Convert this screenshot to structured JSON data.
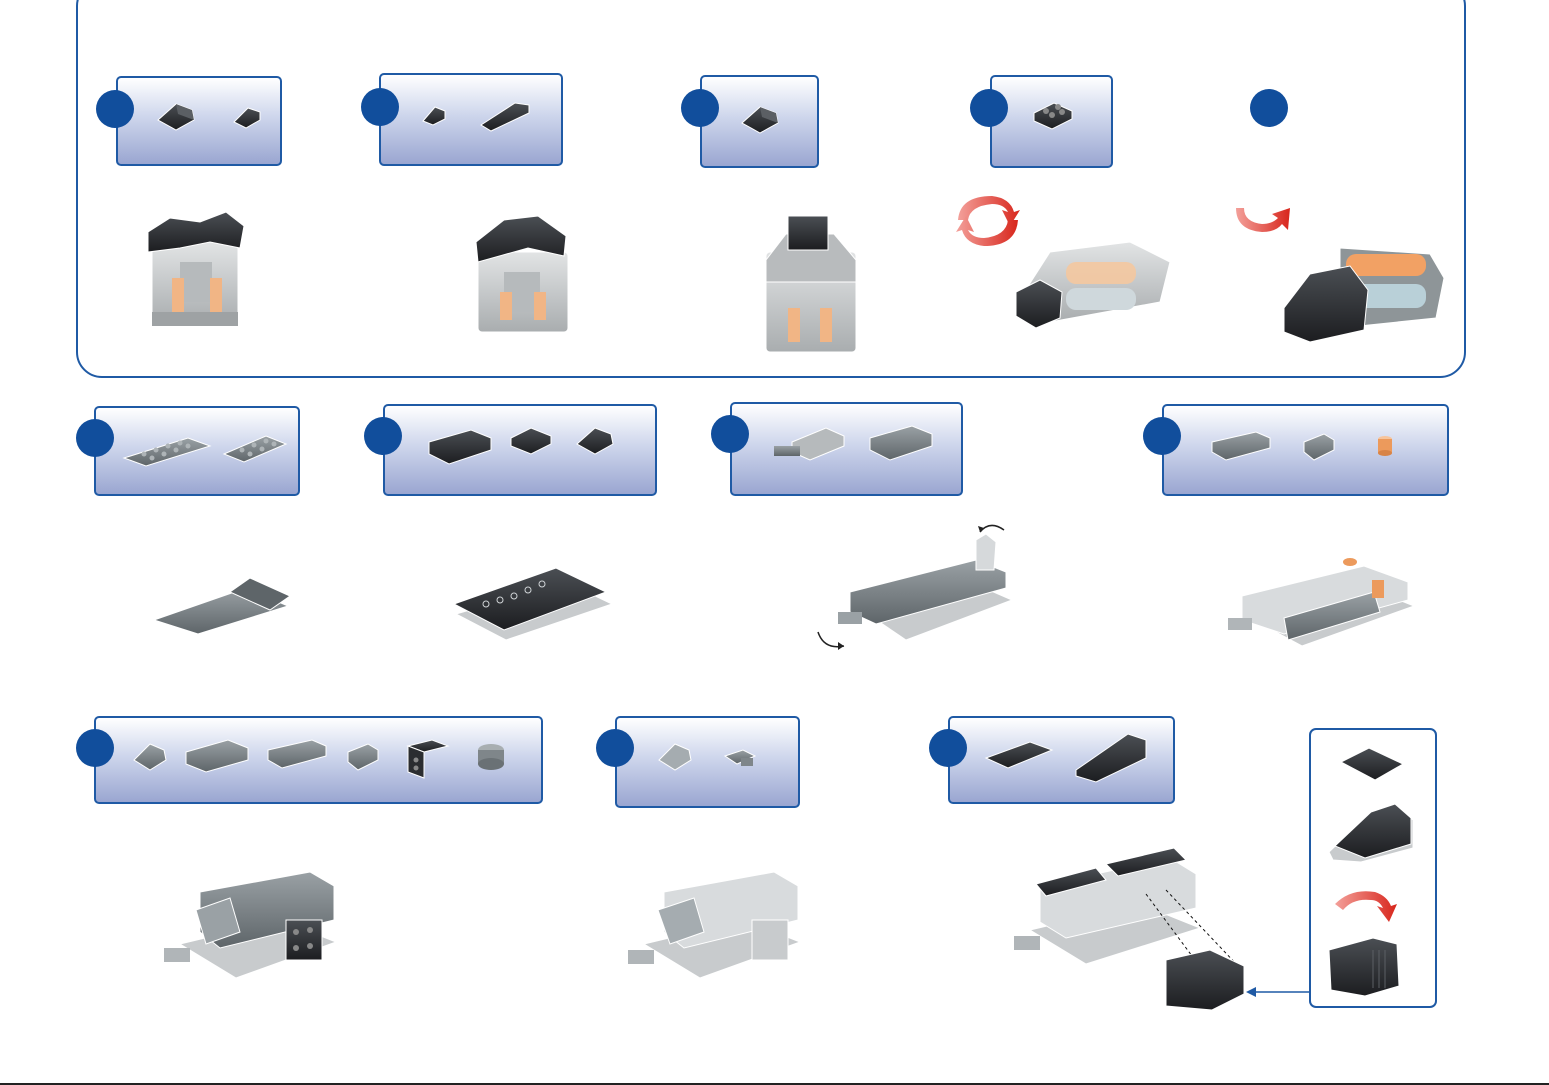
{
  "page": {
    "title": "",
    "steps": [
      {
        "number": "",
        "parts": [
          "slope-2x2-dark",
          "slope-1x2-dark"
        ],
        "model": "cockpit-stage-1"
      },
      {
        "number": "",
        "parts": [
          "slope-1x2-dark",
          "slope-1x3-dark"
        ],
        "model": "cockpit-stage-2"
      },
      {
        "number": "",
        "parts": [
          "slope-2x2-dark"
        ],
        "model": "cockpit-stage-3"
      },
      {
        "number": "",
        "parts": [
          "plate-2x2-dark"
        ],
        "model": "cockpit-stage-4-rotated"
      },
      {
        "number": "",
        "parts": [],
        "model": "cockpit-stage-5-rotated"
      },
      {
        "number": "",
        "parts": [
          "plate-2x6-dark",
          "plate-2x4-dark"
        ],
        "model": "base-plate"
      },
      {
        "number": "",
        "parts": [
          "brick-2x4-black",
          "plate-2x2-black",
          "slope-2x2-black"
        ],
        "model": "base-stage-2"
      },
      {
        "number": "",
        "parts": [
          "hinge-brick-grey",
          "brick-2x4-grey"
        ],
        "model": "base-stage-3"
      },
      {
        "number": "",
        "parts": [
          "brick-1x4-grey",
          "brick-1x2-grey",
          "round-1x1-orange"
        ],
        "model": "base-stage-4"
      },
      {
        "number": "",
        "parts": [
          "slope-2x2-grey",
          "brick-2x4-grey",
          "brick-1x4-grey",
          "brick-1x2-grey",
          "bracket-black",
          "round-2x2-grey"
        ],
        "model": "body-stage-5"
      },
      {
        "number": "",
        "parts": [
          "slope-2x2-light",
          "clip-plate-grey"
        ],
        "model": "body-stage-6"
      },
      {
        "number": "",
        "parts": [
          "plate-2x4-black",
          "slope-2x4-black"
        ],
        "model": "body-stage-7"
      }
    ],
    "colors": {
      "accent": "#114e9c",
      "border": "#1f5aa5",
      "dark_brick": "#2b2d30",
      "grey_brick": "#7f868a",
      "light_brick": "#c5c8ca",
      "orange": "#f1a36b",
      "rotate_arrow": "#e03a2e"
    },
    "icons": [
      "rotate-arrow-icon",
      "rotate-flip-arrow-icon",
      "hinge-rotate-icon",
      "pointer-arrow-icon"
    ],
    "callout": {
      "parts": [
        "plate-2x4-black",
        "slope-2x4-black",
        "slope-assembled-black"
      ]
    }
  }
}
